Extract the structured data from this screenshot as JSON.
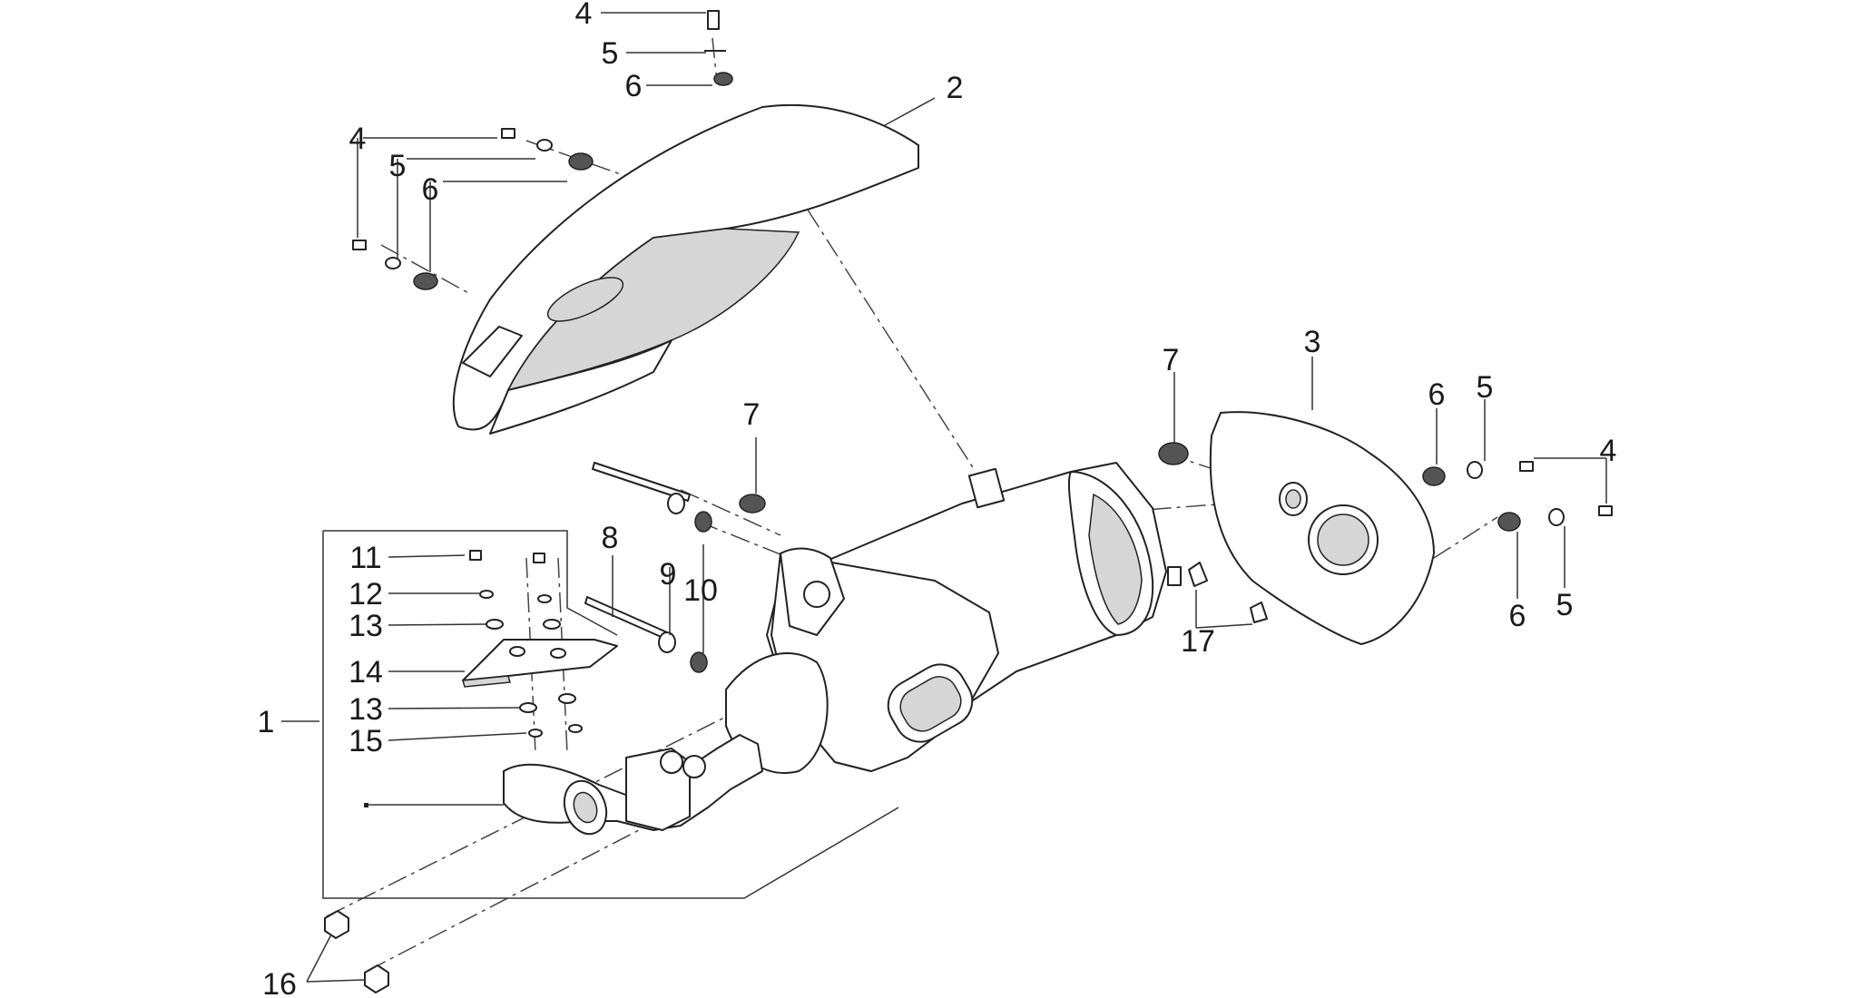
{
  "diagram": {
    "callouts": [
      "1",
      "2",
      "3",
      "4",
      "5",
      "6",
      "7",
      "8",
      "9",
      "10",
      "11",
      "12",
      "13",
      "14",
      "15",
      "16",
      "17"
    ],
    "parts": {
      "assembly": "1",
      "upper_heat_shield": "2",
      "muffler_end_cover": "3",
      "screw": "4",
      "washer": "5",
      "rubber_grommet": "6",
      "rubber_mount": "7",
      "bolt": "8",
      "flat_washer": "9",
      "spacer": "10",
      "small_screw": "11",
      "lock_washer": "12",
      "bushing": "13",
      "exhaust_pipe_shield": "14",
      "clip": "15",
      "flange_nut": "16",
      "cover_clip": "17"
    }
  }
}
